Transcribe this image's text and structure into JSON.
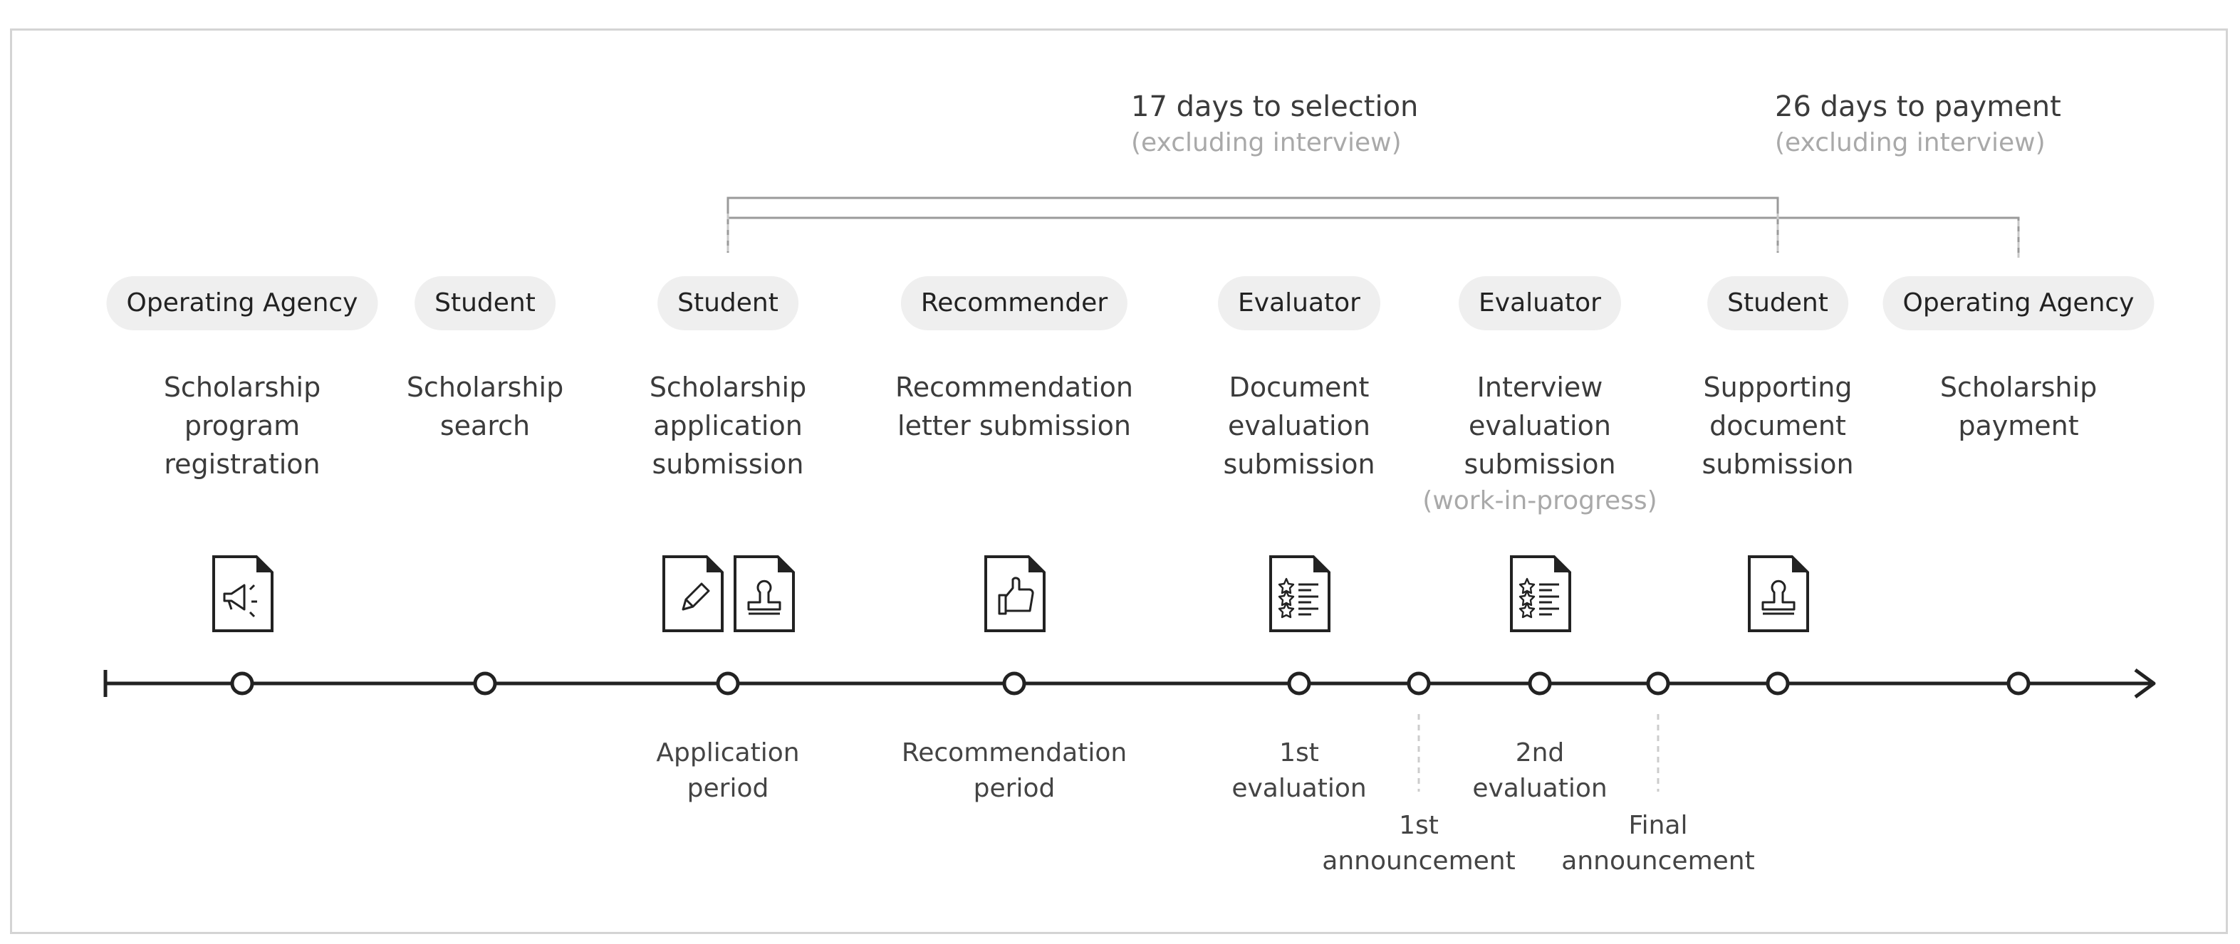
{
  "durations": {
    "selection": {
      "label": "17 days to selection",
      "note": "(excluding interview)"
    },
    "payment": {
      "label": "26 days to payment",
      "note": "(excluding interview)"
    }
  },
  "steps": [
    {
      "role": "Operating Agency",
      "task": [
        "Scholarship",
        "program",
        "registration"
      ],
      "icons": [
        "megaphone-document-icon"
      ]
    },
    {
      "role": "Student",
      "task": [
        "Scholarship",
        "search"
      ],
      "icons": []
    },
    {
      "role": "Student",
      "task": [
        "Scholarship",
        "application",
        "submission"
      ],
      "icons": [
        "pencil-document-icon",
        "stamp-document-icon"
      ]
    },
    {
      "role": "Recommender",
      "task": [
        "Recommendation",
        "letter submission"
      ],
      "icons": [
        "thumbs-up-document-icon"
      ]
    },
    {
      "role": "Evaluator",
      "task": [
        "Document",
        "evaluation",
        "submission"
      ],
      "icons": [
        "rating-document-icon"
      ]
    },
    {
      "role": "Evaluator",
      "task": [
        "Interview",
        "evaluation",
        "submission"
      ],
      "task_note": "(work-in-progress)",
      "icons": [
        "rating-document-icon"
      ]
    },
    {
      "role": "Student",
      "task": [
        "Supporting",
        "document",
        "submission"
      ],
      "icons": [
        "stamp-document-icon"
      ]
    },
    {
      "role": "Operating Agency",
      "task": [
        "Scholarship",
        "payment"
      ],
      "icons": []
    }
  ],
  "periods": [
    {
      "lines": [
        "Application",
        "period"
      ]
    },
    {
      "lines": [
        "Recommendation",
        "period"
      ]
    },
    {
      "lines": [
        "1st",
        "evaluation"
      ]
    },
    {
      "lines": [
        "1st",
        "announcement"
      ]
    },
    {
      "lines": [
        "2nd",
        "evaluation"
      ]
    },
    {
      "lines": [
        "Final",
        "announcement"
      ]
    }
  ]
}
